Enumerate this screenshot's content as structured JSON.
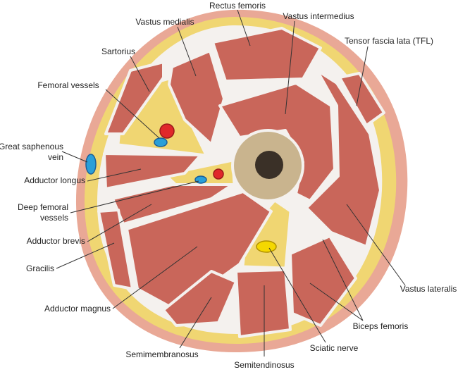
{
  "title": "Cross-section of the thigh",
  "labels": {
    "rectus_femoris": "Rectus femoris",
    "vastus_medialis": "Vastus medialis",
    "vastus_intermedius": "Vastus intermedius",
    "tfl": "Tensor fascia lata (TFL)",
    "sartorius": "Sartorius",
    "femoral_vessels": "Femoral vessels",
    "great_saphenous_1": "Great saphenous",
    "great_saphenous_2": "vein",
    "adductor_longus": "Adductor longus",
    "deep_femoral_1": "Deep femoral",
    "deep_femoral_2": "vessels",
    "adductor_brevis": "Adductor brevis",
    "gracilis": "Gracilis",
    "adductor_magnus": "Adductor magnus",
    "semimembranosus": "Semimembranosus",
    "semitendinosus": "Semitendinosus",
    "sciatic_nerve": "Sciatic nerve",
    "biceps_femoris": "Biceps femoris",
    "vastus_lateralis": "Vastus lateralis"
  },
  "colors": {
    "skin": "#e9a896",
    "fat": "#f0d672",
    "muscle": "#c9665a",
    "bone": "#c9b48e",
    "artery": "#e0282a",
    "vein": "#2a9fd8",
    "nerve": "#f5d800"
  }
}
